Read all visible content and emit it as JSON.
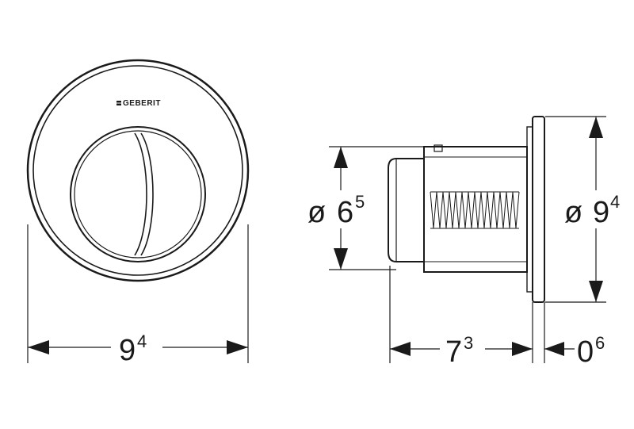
{
  "front_view": {
    "logo_text": "GEBERIT",
    "width_dim": {
      "value": "9",
      "sup": "4"
    }
  },
  "side_view": {
    "button_diameter_dim": {
      "prefix": "ø",
      "value": "6",
      "sup": "5"
    },
    "plate_diameter_dim": {
      "prefix": "ø",
      "value": "9",
      "sup": "4"
    },
    "depth_dim": {
      "value": "7",
      "sup": "3"
    },
    "plate_thickness_dim": {
      "value": "0",
      "sup": "6"
    }
  }
}
